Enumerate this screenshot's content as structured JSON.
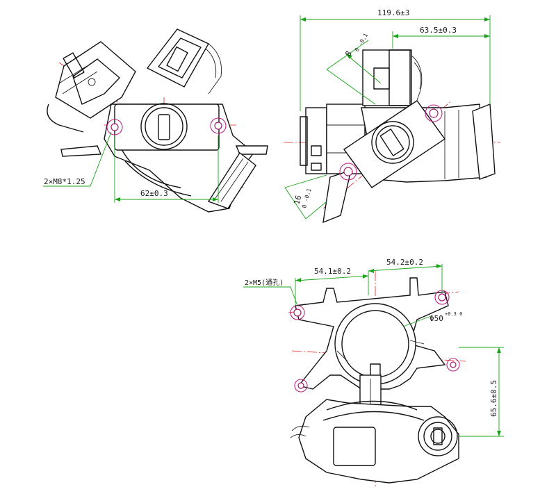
{
  "colors": {
    "outline": "#111111",
    "dimension_lines": "#19a319",
    "center_lines": "#e02020",
    "mounting_holes": "#c02080",
    "background": "#ffffff"
  },
  "view_left": {
    "dim_thread": "2×M8*1.25",
    "dim_hole_spacing": "62±0.3"
  },
  "view_right": {
    "dim_overall_width": "119.6±3",
    "dim_offset": "63.5±0.3",
    "dim_angle_top": "8",
    "dim_angle_top_tol": "0 -0.1",
    "dim_angle_bottom": "16",
    "dim_angle_bottom_tol": "0 -0.1"
  },
  "view_bottom": {
    "dim_screw": "2×M5(通孔)",
    "dim_left_span": "54.1±0.2",
    "dim_right_span": "54.2±0.2",
    "dim_bore": "Φ50",
    "dim_bore_tol": "+0.3 0",
    "dim_height": "65.6±0.5"
  }
}
